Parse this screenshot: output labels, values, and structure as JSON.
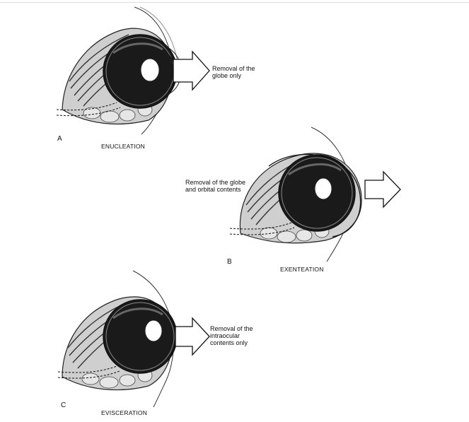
{
  "panels": [
    {
      "letter": "A",
      "title": "ENUCLEATION",
      "annotation": "Removal of the\nglobe only"
    },
    {
      "letter": "B",
      "title": "EXENTEATION",
      "annotation": "Removal of the globe\nand orbital contents"
    },
    {
      "letter": "C",
      "title": "EVISCERATION",
      "annotation": "Removal of the\nintraocular\ncontents only"
    }
  ]
}
